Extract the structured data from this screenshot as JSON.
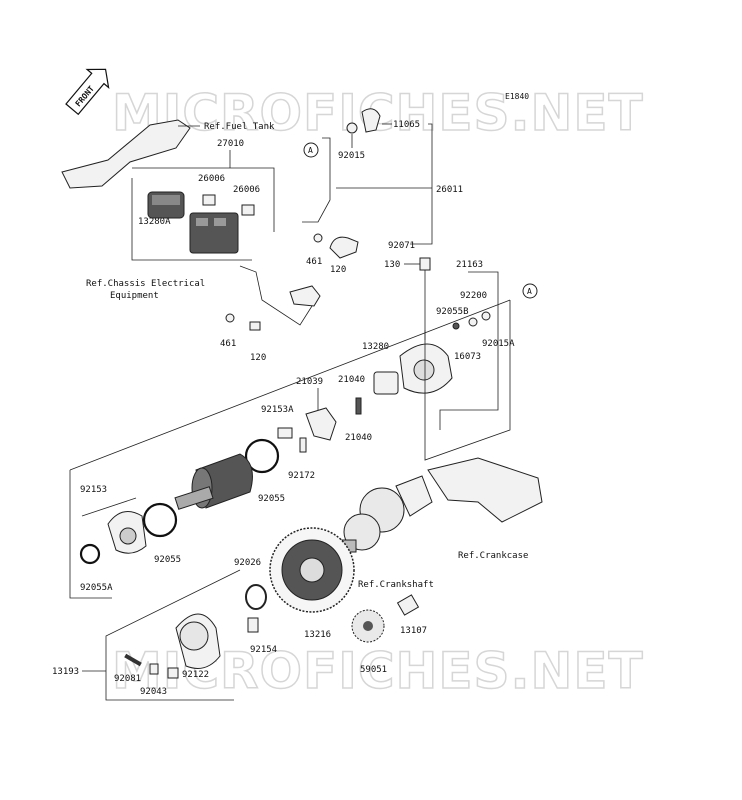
{
  "diagram_code": "E1840",
  "watermark": "MICROFICHES.NET",
  "front_arrow": "FRONT",
  "refs": {
    "fuel_tank": "Ref.Fuel Tank",
    "chassis_line1": "Ref.Chassis Electrical",
    "chassis_line2": "Equipment",
    "crankcase": "Ref.Crankcase",
    "crankshaft": "Ref.Crankshaft"
  },
  "connector_markers": [
    "A",
    "A"
  ],
  "part_numbers": {
    "p11065": "11065",
    "p92015": "92015",
    "p27010": "27010",
    "p26006a": "26006",
    "p26006b": "26006",
    "p26011": "26011",
    "p13280A": "13280A",
    "p92071": "92071",
    "p461a": "461",
    "p120a": "120",
    "p130": "130",
    "p21163": "21163",
    "p92200": "92200",
    "p92055B": "92055B",
    "p92015A": "92015A",
    "p16073": "16073",
    "p13280": "13280",
    "p461b": "461",
    "p120b": "120",
    "p21039": "21039",
    "p21040a": "21040",
    "p21040b": "21040",
    "p92153A": "92153A",
    "p92172": "92172",
    "p92055": "92055",
    "p92153": "92153",
    "p92055b2": "92055",
    "p92055A": "92055A",
    "p92026": "92026",
    "p92154": "92154",
    "p13216": "13216",
    "p13107": "13107",
    "p59051": "59051",
    "p13193": "13193",
    "p92081": "92081",
    "p92122": "92122",
    "p92043": "92043"
  }
}
